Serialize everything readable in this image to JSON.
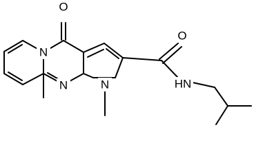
{
  "structure": {
    "atoms": {
      "oxygen_ketone": "O",
      "nitrogen_pyridine": "N",
      "nitrogen_pyrimidine": "N",
      "nitrogen_pyrrole": "N",
      "oxygen_amide": "O",
      "amide_nh": "HN"
    },
    "colors": {
      "bond": "#000000",
      "label": "#000000",
      "background": "#ffffff"
    }
  }
}
